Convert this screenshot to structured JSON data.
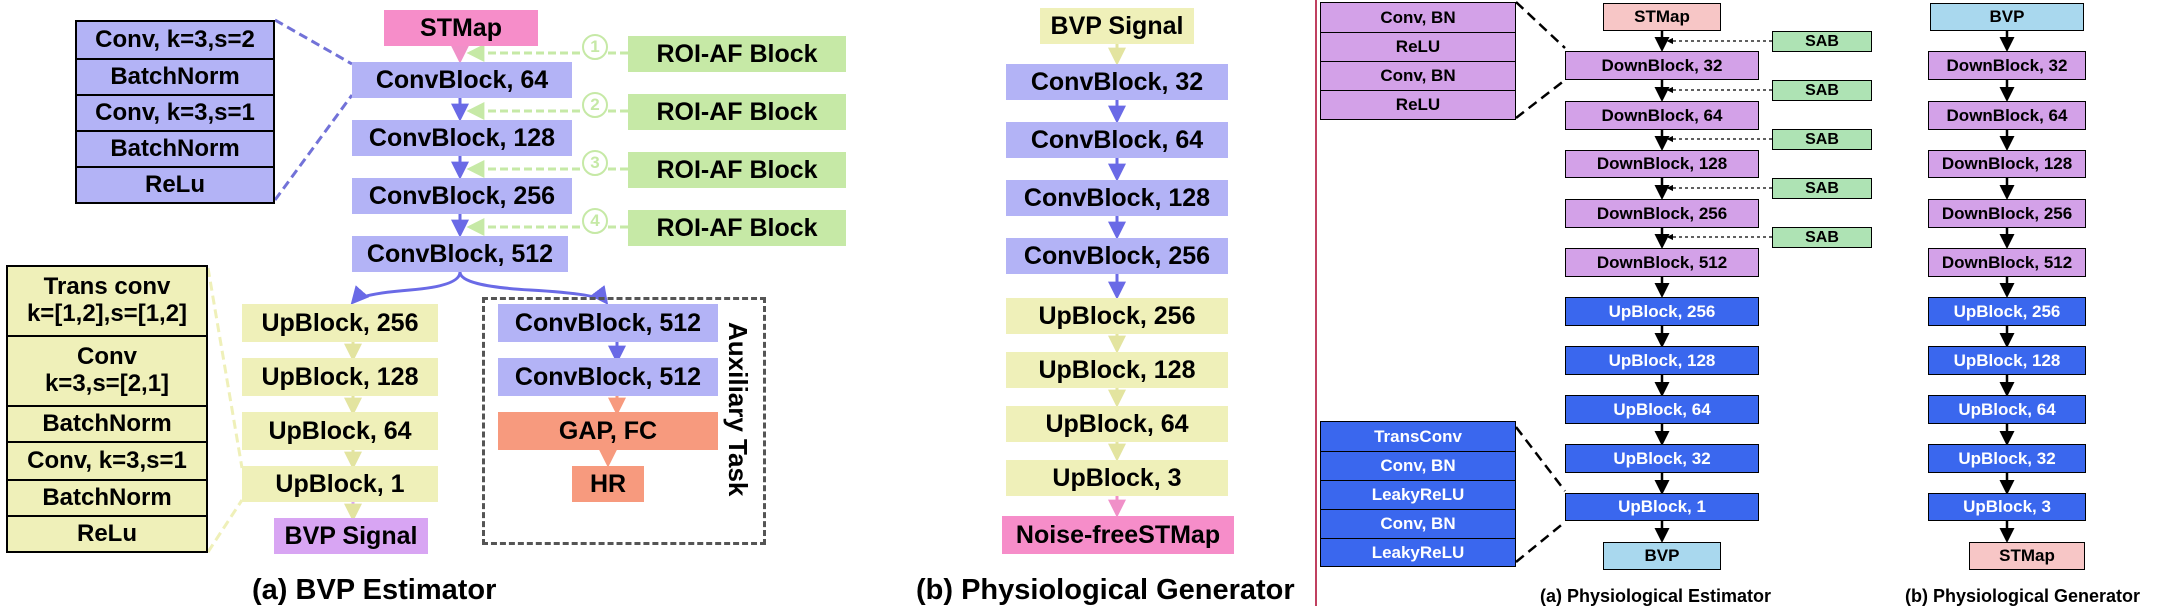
{
  "panel_a": {
    "caption": "(a) BVP Estimator",
    "input": "STMap",
    "encoder": [
      "ConvBlock, 64",
      "ConvBlock, 128",
      "ConvBlock, 256",
      "ConvBlock, 512"
    ],
    "roi_blocks": [
      "ROI-AF Block",
      "ROI-AF Block",
      "ROI-AF Block",
      "ROI-AF Block"
    ],
    "roi_numbers": [
      "1",
      "2",
      "3",
      "4"
    ],
    "decoder": [
      "UpBlock, 256",
      "UpBlock, 128",
      "UpBlock, 64",
      "UpBlock, 1"
    ],
    "output": "BVP Signal",
    "aux": [
      "ConvBlock, 512",
      "ConvBlock, 512",
      "GAP, FC",
      "HR"
    ],
    "aux_label": "Auxiliary Task",
    "conv_detail": [
      "Conv, k=3,s=2",
      "BatchNorm",
      "Conv, k=3,s=1",
      "BatchNorm",
      "ReLu"
    ],
    "up_detail": [
      "Trans conv\nk=[1,2],s=[1,2]",
      "Conv\nk=3,s=[2,1]",
      "BatchNorm",
      "Conv, k=3,s=1",
      "BatchNorm",
      "ReLu"
    ]
  },
  "panel_b": {
    "caption": "(b) Physiological Generator",
    "input": "BVP Signal",
    "blocks": [
      "ConvBlock, 32",
      "ConvBlock, 64",
      "ConvBlock, 128",
      "ConvBlock, 256",
      "UpBlock, 256",
      "UpBlock, 128",
      "UpBlock, 64",
      "UpBlock, 3"
    ],
    "output": "Noise-freeSTMap"
  },
  "panel_c": {
    "caption": "(a) Physiological Estimator",
    "input": "STMap",
    "down": [
      "DownBlock, 32",
      "DownBlock, 64",
      "DownBlock, 128",
      "DownBlock, 256",
      "DownBlock, 512"
    ],
    "sab": [
      "SAB",
      "SAB",
      "SAB",
      "SAB",
      "SAB"
    ],
    "up": [
      "UpBlock, 256",
      "UpBlock, 128",
      "UpBlock, 64",
      "UpBlock, 32",
      "UpBlock, 1"
    ],
    "output": "BVP",
    "down_detail": [
      "Conv, BN",
      "ReLU",
      "Conv, BN",
      "ReLU"
    ],
    "up_detail": [
      "TransConv",
      "Conv, BN",
      "LeakyReLU",
      "Conv, BN",
      "LeakyReLU"
    ]
  },
  "panel_d": {
    "caption": "(b) Physiological Generator",
    "input": "BVP",
    "down": [
      "DownBlock, 32",
      "DownBlock, 64",
      "DownBlock, 128",
      "DownBlock, 256",
      "DownBlock, 512"
    ],
    "up": [
      "UpBlock, 256",
      "UpBlock, 128",
      "UpBlock, 64",
      "UpBlock, 32",
      "UpBlock, 3"
    ],
    "output": "STMap"
  },
  "colors": {
    "stmap_pink": "#f68dc9",
    "roi_green": "#c6e9a6",
    "conv_blue": "#b3b3f6",
    "up_yellow": "#eff0b9",
    "bvp_lilac": "#d8a5f3",
    "gap_salmon": "#f79a7e",
    "down_violet": "#d3a1e8",
    "up_royal": "#3a67ee"
  }
}
